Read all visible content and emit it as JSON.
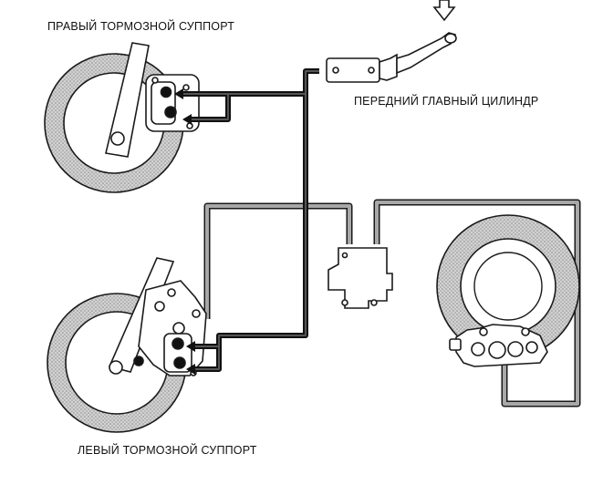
{
  "labels": {
    "right_caliper": "ПРАВЫЙ ТОРМОЗНОЙ СУППОРТ",
    "master_cylinder": "ПЕРЕДНИЙ ГЛАВНЫЙ ЦИЛИНДР",
    "left_caliper": "ЛЕВЫЙ ТОРМОЗНОЙ СУППОРТ"
  },
  "colors": {
    "front_line": "#222222",
    "rear_line": "#9a9a9a",
    "tire_fill": "#c8c8c8",
    "outline": "#1a1a1a"
  }
}
